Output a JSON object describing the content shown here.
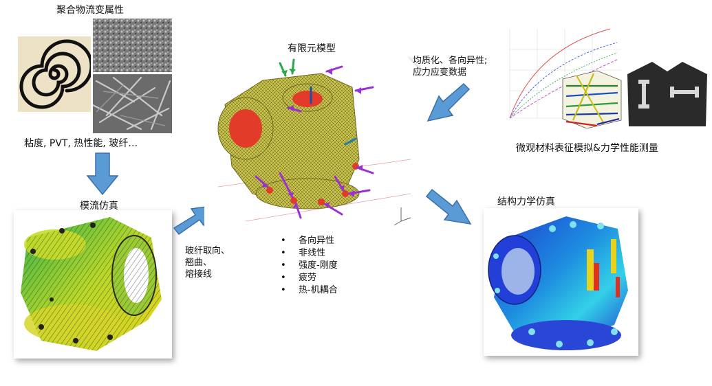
{
  "polymer": {
    "title": "聚合物流变属性",
    "caption": "粘度, PVT, 热性能, 玻纤…"
  },
  "moldflow": {
    "title": "模流仿真"
  },
  "fea": {
    "title": "有限元模型",
    "bullets": [
      "各向异性",
      "非线性",
      "强度-刚度",
      "疲劳",
      "热-机耦合"
    ]
  },
  "fiber_info": {
    "lines": [
      "玻纤取向、",
      "翘曲、",
      "熔接线"
    ]
  },
  "homog": {
    "lines": [
      "均质化、各向异性;",
      "应力应变数据"
    ]
  },
  "micro": {
    "caption": "微观材料表征模拟&力学性能测量"
  },
  "structural": {
    "title": "结构力学仿真"
  },
  "colors": {
    "arrow_fill": "#5b9bd5",
    "arrow_stroke": "#3a6fa8",
    "mesh": "#c8c24a",
    "load_arrow": "#9b30d0"
  },
  "icons": [
    "block-arrow-down-icon",
    "block-arrow-up-right-icon",
    "block-arrow-down-left-icon",
    "block-arrow-down-right-icon"
  ]
}
